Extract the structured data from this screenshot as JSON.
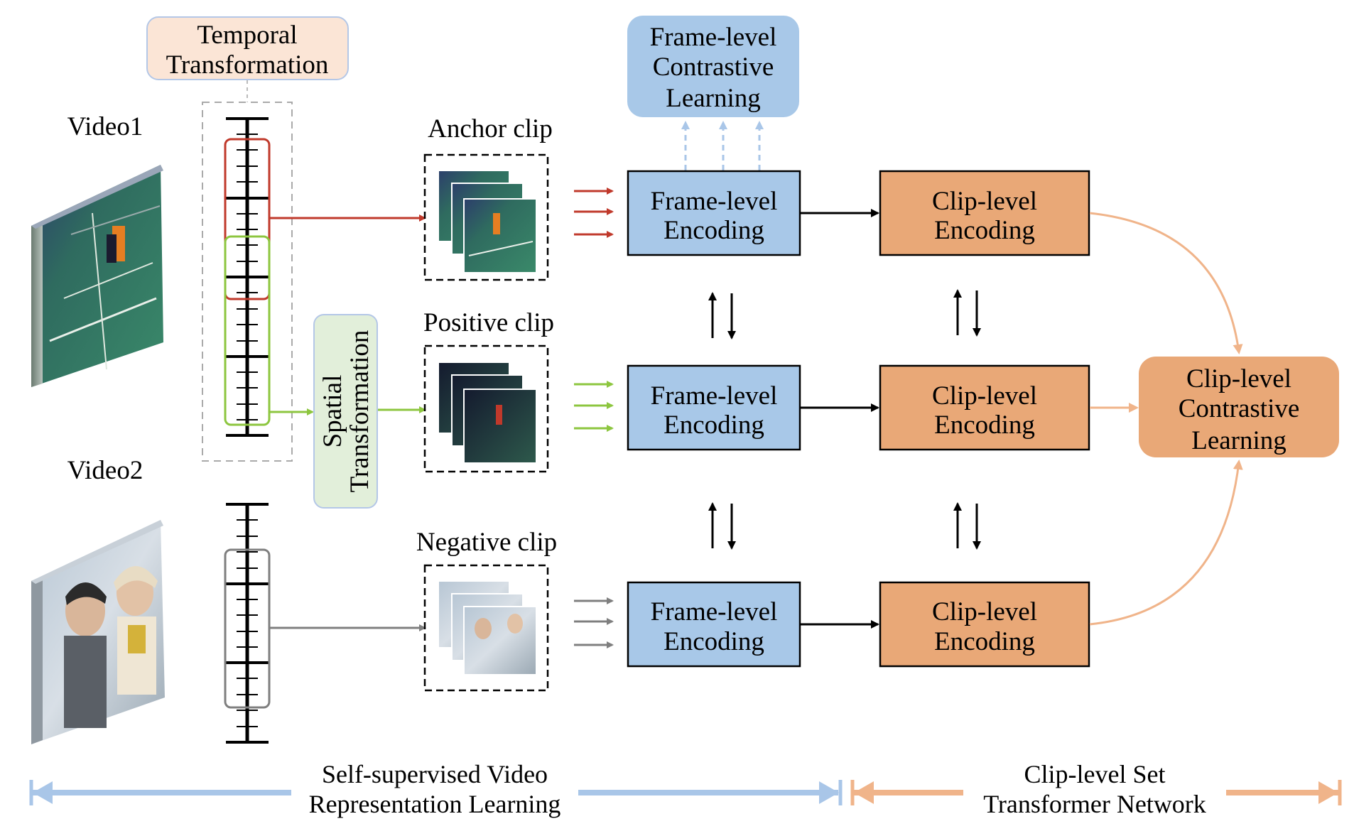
{
  "temporal_box": {
    "line1": "Temporal",
    "line2": "Transformation"
  },
  "spatial_box": {
    "line1": "Spatial",
    "line2": "Transformation"
  },
  "videos": {
    "video1": "Video1",
    "video2": "Video2"
  },
  "clips": {
    "anchor": "Anchor clip",
    "positive": "Positive clip",
    "negative": "Negative clip"
  },
  "frame_contrastive": {
    "line1": "Frame-level",
    "line2": "Contrastive",
    "line3": "Learning"
  },
  "frame_encoding": {
    "line1": "Frame-level",
    "line2": "Encoding"
  },
  "clip_encoding": {
    "line1": "Clip-level",
    "line2": "Encoding"
  },
  "clip_contrastive": {
    "line1": "Clip-level",
    "line2": "Contrastive",
    "line3": "Learning"
  },
  "bottom": {
    "left_line1": "Self-supervised Video",
    "left_line2": "Representation Learning",
    "right_line1": "Clip-level Set",
    "right_line2": "Transformer Network"
  },
  "colors": {
    "anchor": "#c0392b",
    "positive": "#8dc63f",
    "negative": "#7f7f7f",
    "frame_box": "#a8c8e8",
    "clip_box": "#e9a877",
    "temporal_fill": "#fbe5d6",
    "spatial_fill": "#e2efda",
    "blue_band": "#a9c6e8",
    "orange_band": "#f0b48a"
  }
}
